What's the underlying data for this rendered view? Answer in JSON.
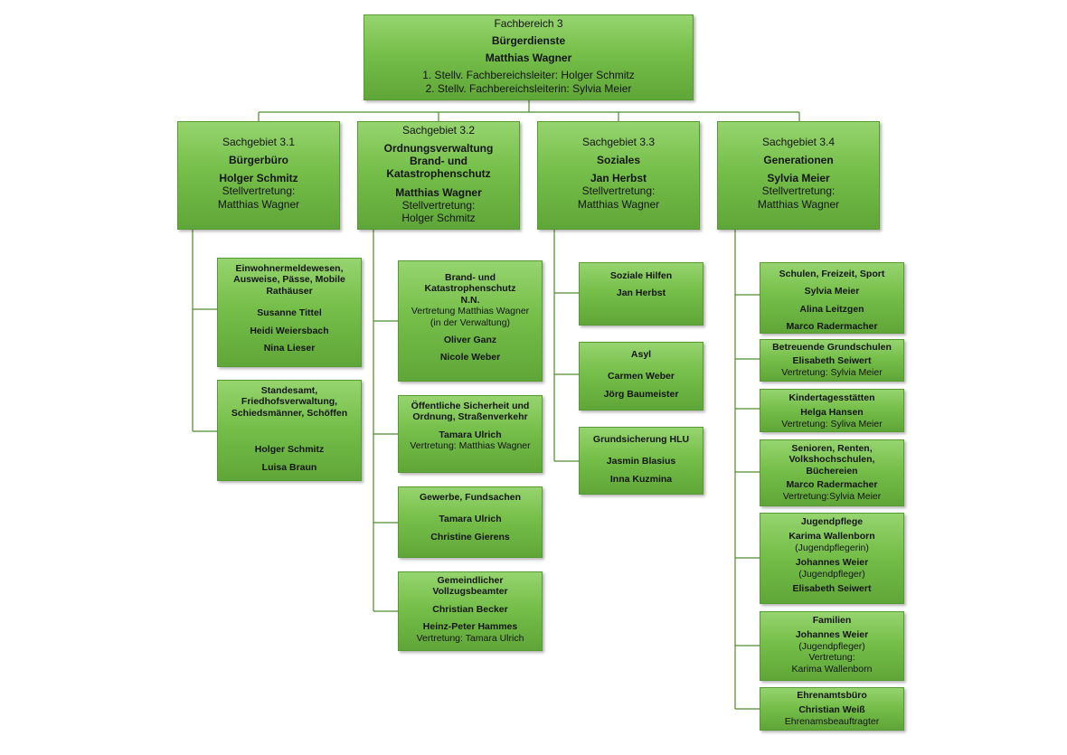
{
  "head": {
    "dept": "Fachbereich 3",
    "title": "Bürgerdienste",
    "leader": "Matthias Wagner",
    "deputy1": "1. Stellv. Fachbereichsleiter: Holger Schmitz",
    "deputy2": "2. Stellv. Fachbereichsleiterin: Sylvia Meier"
  },
  "areas": [
    {
      "code": "Sachgebiet 3.1",
      "name": "Bürgerbüro",
      "leader": "Holger Schmitz",
      "deputy_label": "Stellvertretung:",
      "deputy": "Matthias Wagner"
    },
    {
      "code": "Sachgebiet 3.2",
      "name_line1": "Ordnungsverwaltung",
      "name_line2": "Brand- und Katastrophenschutz",
      "leader": "Matthias Wagner",
      "deputy_label": "Stellvertretung:",
      "deputy": "Holger Schmitz"
    },
    {
      "code": "Sachgebiet 3.3",
      "name": "Soziales",
      "leader": "Jan Herbst",
      "deputy_label": "Stellvertretung:",
      "deputy": "Matthias Wagner"
    },
    {
      "code": "Sachgebiet 3.4",
      "name": "Generationen",
      "leader": "Sylvia Meier",
      "deputy_label": "Stellvertretung:",
      "deputy": "Matthias Wagner"
    }
  ],
  "units31": [
    {
      "title": "Einwohnermeldewesen, Ausweise, Pässe, Mobile Rathäuser",
      "people": [
        "Susanne Tittel",
        "Heidi Weiersbach",
        "Nina Lieser"
      ]
    },
    {
      "title": "Standesamt, Friedhofsverwaltung, Schiedsmänner, Schöffen",
      "people": [
        "Holger Schmitz",
        "Luisa Braun"
      ]
    }
  ],
  "units32": [
    {
      "title": "Brand- und Katastrophenschutz",
      "head": "N.N.",
      "note1": "Vertretung Matthias Wagner",
      "note2": "(in der Verwaltung)",
      "people": [
        "Oliver Ganz",
        "Nicole Weber"
      ]
    },
    {
      "title": "Öffentliche Sicherheit und Ordnung, Straßenverkehr",
      "person": "Tamara Ulrich",
      "note": "Vertretung: Matthias Wagner"
    },
    {
      "title": "Gewerbe, Fundsachen",
      "people": [
        "Tamara Ulrich",
        "Christine Gierens"
      ]
    },
    {
      "title": "Gemeindlicher Vollzugsbeamter",
      "people": [
        "Christian Becker",
        "Heinz-Peter Hammes"
      ],
      "note": "Vertretung: Tamara Ulrich"
    }
  ],
  "units33": [
    {
      "title": "Soziale Hilfen",
      "people": [
        "Jan Herbst"
      ]
    },
    {
      "title": "Asyl",
      "people": [
        "Carmen Weber",
        "Jörg Baumeister"
      ]
    },
    {
      "title": "Grundsicherung HLU",
      "people": [
        "Jasmin Blasius",
        "Inna Kuzmina"
      ]
    }
  ],
  "units34": [
    {
      "title": "Schulen, Freizeit, Sport",
      "people": [
        "Sylvia Meier",
        "Alina Leitzgen",
        "Marco Radermacher"
      ]
    },
    {
      "title": "Betreuende Grundschulen",
      "person": "Elisabeth Seiwert",
      "note": "Vertretung: Sylvia Meier"
    },
    {
      "title": "Kindertagesstätten",
      "person": "Helga Hansen",
      "note": "Vertretung: Syliva Meier"
    },
    {
      "title": "Senioren, Renten, Volkshochschulen, Büchereien",
      "person": "Marco Radermacher",
      "note": "Vertretung:Sylvia Meier"
    },
    {
      "title": "Jugendpflege",
      "p1": "Karima Wallenborn",
      "p1_role": "(Jugendpflegerin)",
      "p2": "Johannes Weier",
      "p2_role": "(Jugendpfleger)",
      "p3": "Elisabeth Seiwert"
    },
    {
      "title": "Familien",
      "person": "Johannes Weier",
      "role": "(Jugendpfleger)",
      "note_label": "Vertretung:",
      "note": "Karima Wallenborn"
    },
    {
      "title": "Ehrenamtsbüro",
      "person": "Christian Weiß",
      "role": "Ehrenamsbeauftragter"
    }
  ],
  "colors": {
    "box_top": "#96d46f",
    "box_bottom": "#5fa638",
    "border": "#579a34",
    "connector": "#4f8a30"
  }
}
